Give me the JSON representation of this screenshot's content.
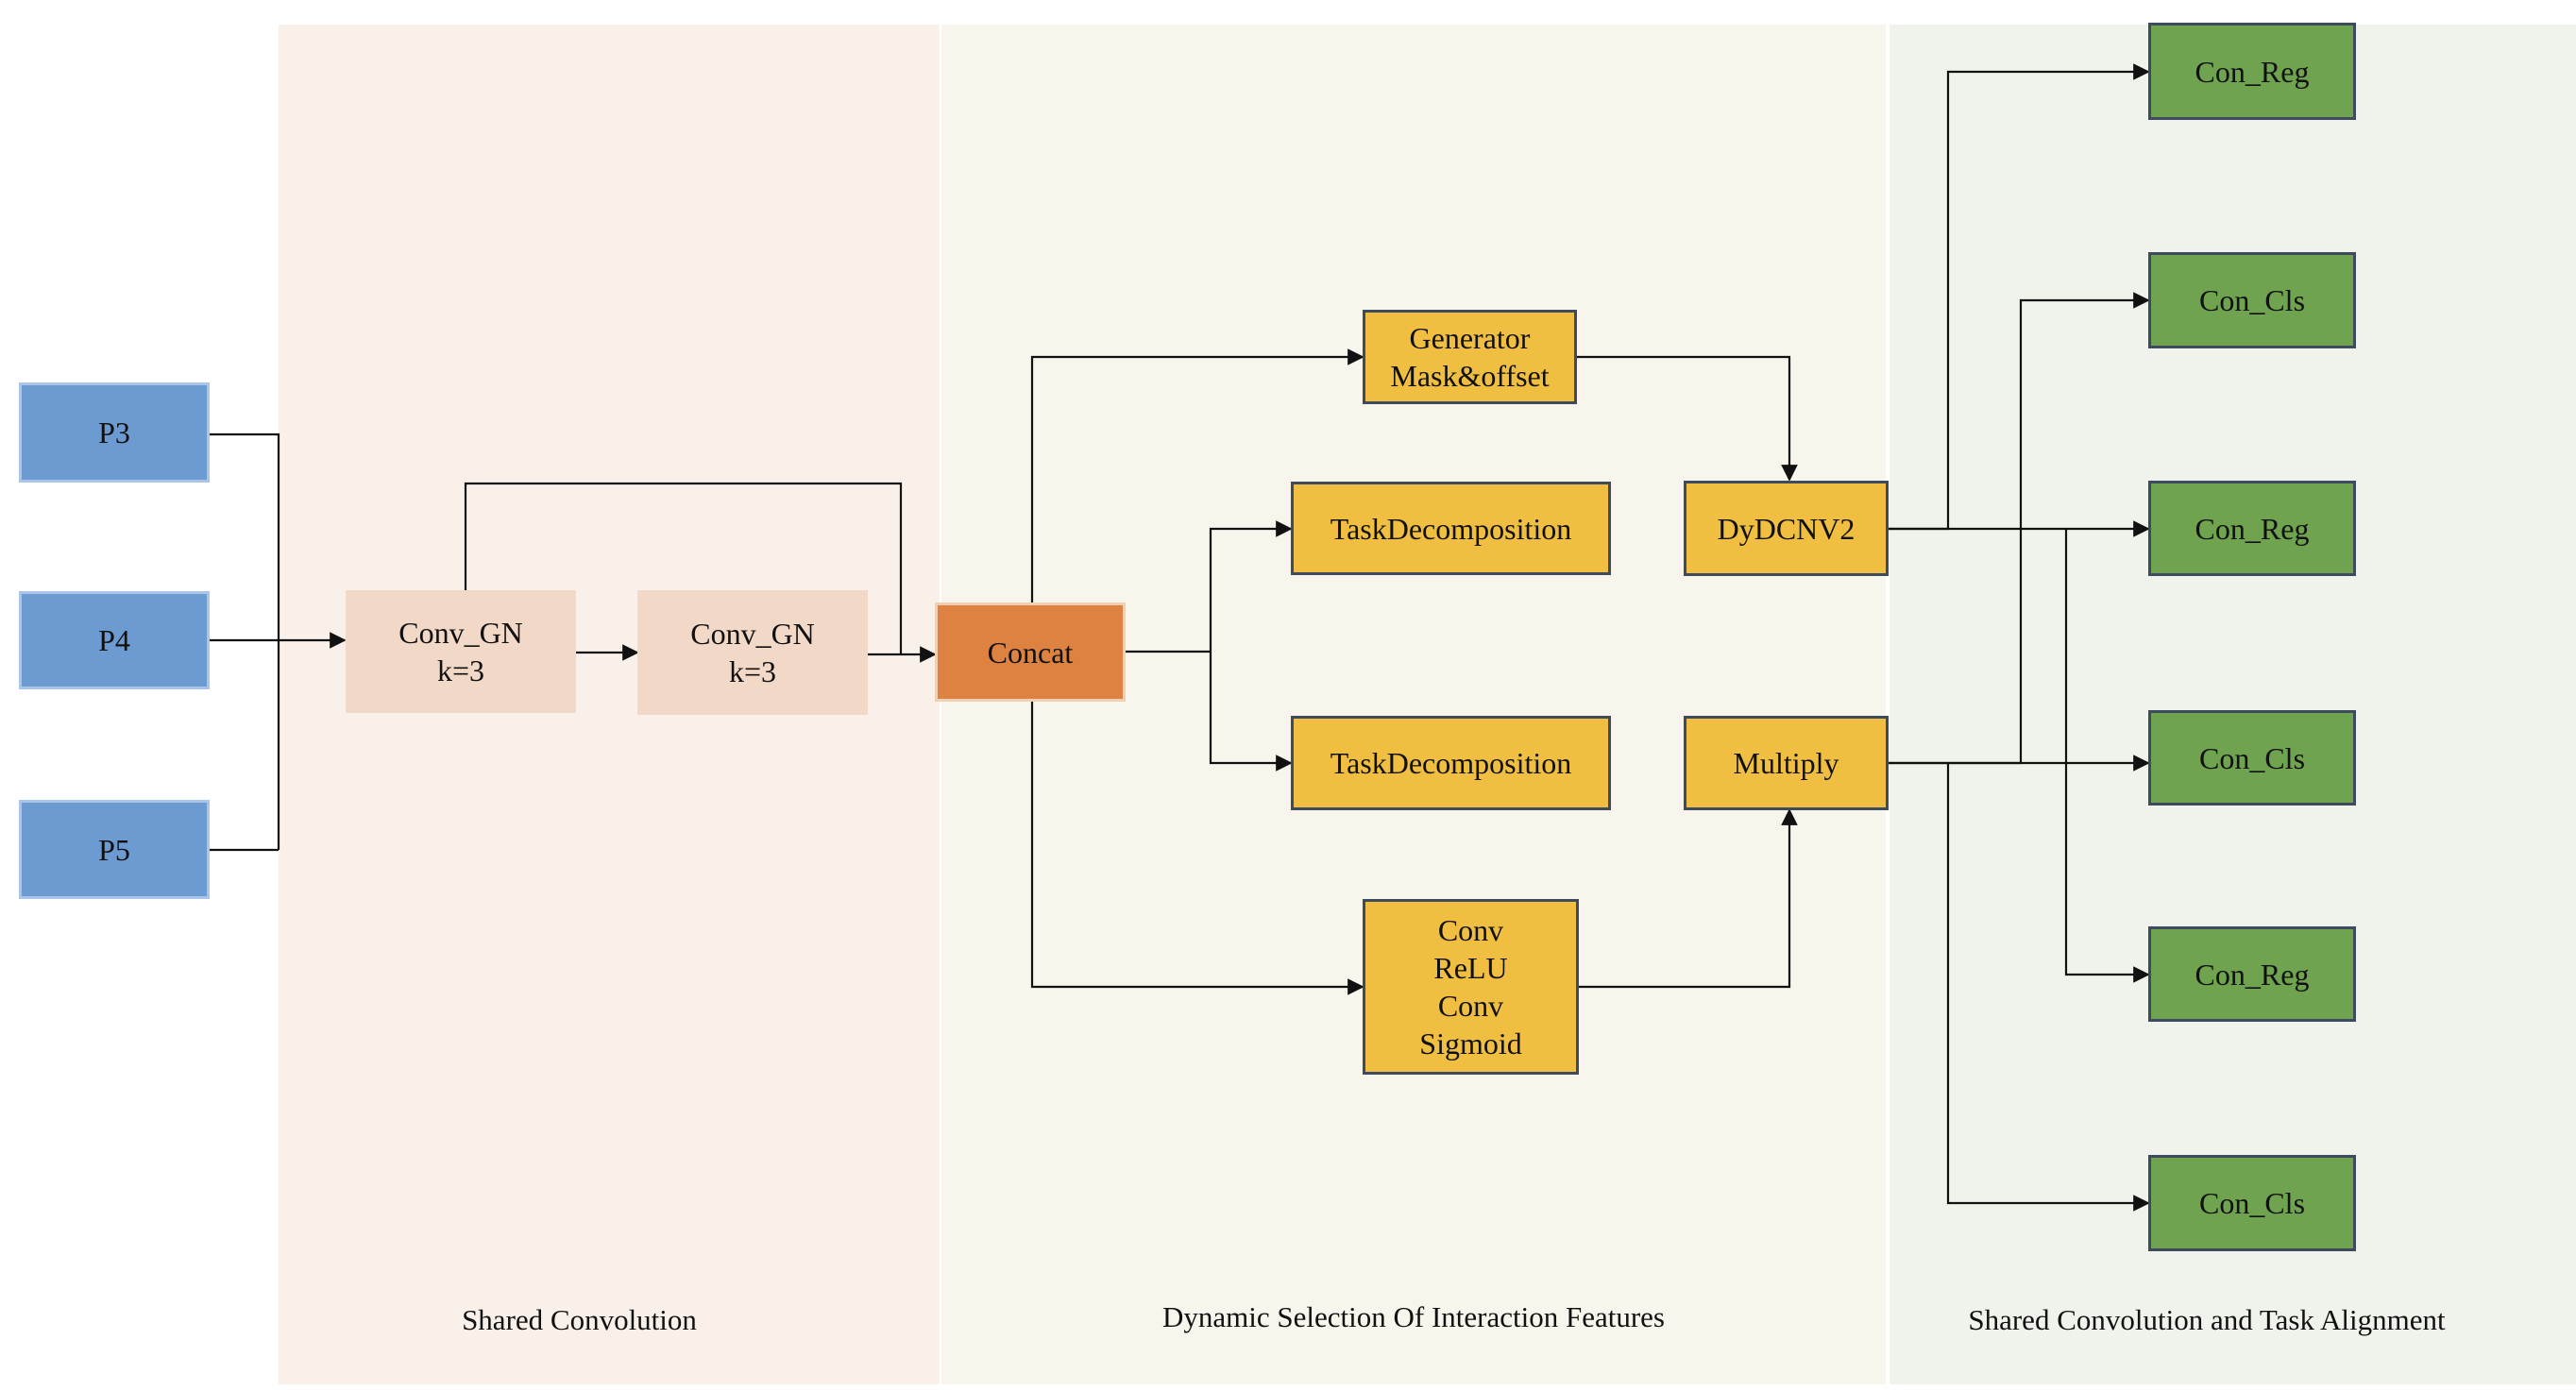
{
  "sections": {
    "shared": "Shared Convolution",
    "dynamic": "Dynamic Selection Of Interaction Features",
    "align": "Shared Convolution and Task Alignment"
  },
  "inputs": {
    "p3": "P3",
    "p4": "P4",
    "p5": "P5"
  },
  "conv1": {
    "line1": "Conv_GN",
    "line2": "k=3"
  },
  "conv2": {
    "line1": "Conv_GN",
    "line2": "k=3"
  },
  "concat": "Concat",
  "generator": {
    "line1": "Generator",
    "line2": "Mask&offset"
  },
  "task_decomp_1": "TaskDecomposition",
  "task_decomp_2": "TaskDecomposition",
  "dydcnv2": "DyDCNV2",
  "multiply": "Multiply",
  "attn": {
    "line1": "Conv",
    "line2": "ReLU",
    "line3": "Conv",
    "line4": "Sigmoid"
  },
  "outputs": [
    "Con_Reg",
    "Con_Cls",
    "Con_Reg",
    "Con_Cls",
    "Con_Reg",
    "Con_Cls"
  ],
  "colors": {
    "input": "#6c9bd2",
    "conv": "#f2d8c7",
    "concat": "#dd8240",
    "dynamic": "#f0bf41",
    "output": "#70a34f"
  }
}
